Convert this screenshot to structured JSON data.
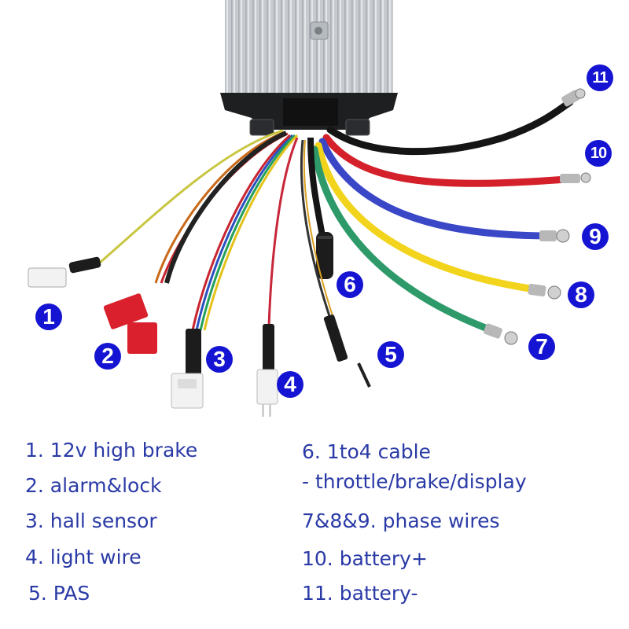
{
  "callouts": [
    "1",
    "2",
    "3",
    "4",
    "5",
    "6",
    "7",
    "8",
    "9",
    "10",
    "11"
  ],
  "legend": {
    "item1": "1. 12v high brake",
    "item2": "2. alarm&lock",
    "item3": "3. hall sensor",
    "item4": "4. light wire",
    "item5": "5. PAS",
    "item6": "6. 1to4 cable",
    "item6_sub": "- throttle/brake/display",
    "item7": "7&8&9. phase wires",
    "item10": "10. battery+",
    "item11": "11. battery-"
  },
  "colors": {
    "callout_fill": "#1414d2",
    "legend_text": "#2a3aa6",
    "controller_body": "#c9cdd1",
    "wire_black": "#151515",
    "wire_red": "#d4202a",
    "wire_blue": "#3a48c8",
    "wire_yellow": "#f2d41c",
    "wire_green": "#2e9a6a"
  }
}
